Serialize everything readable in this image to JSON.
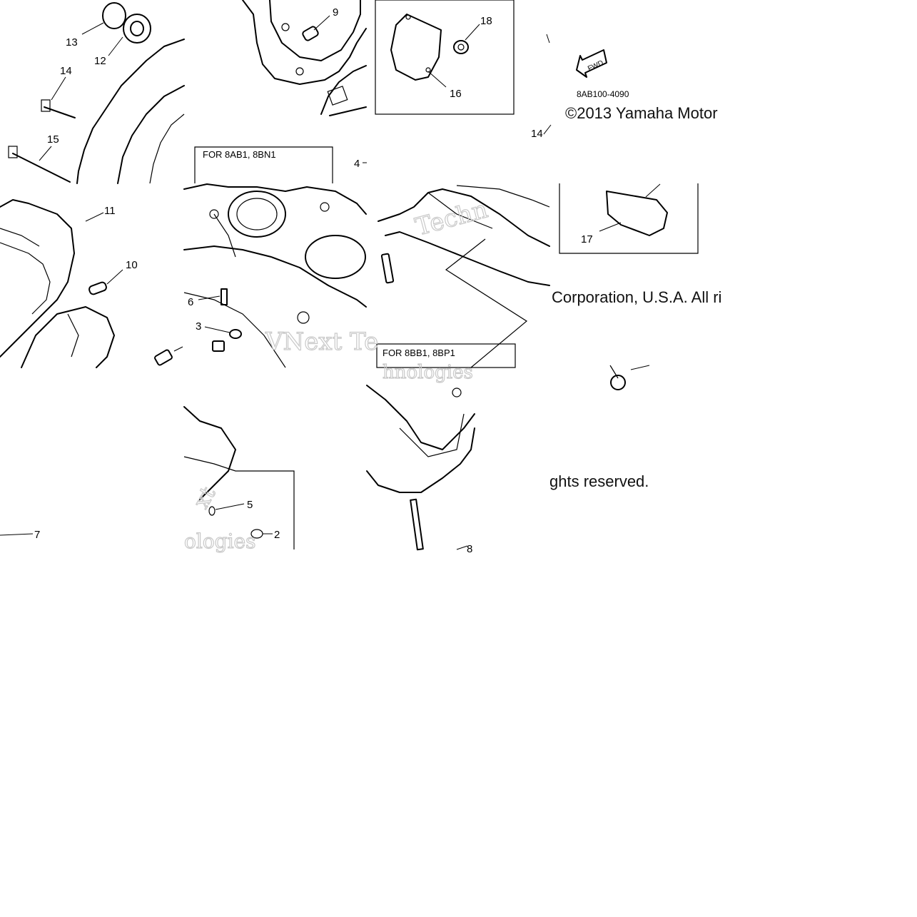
{
  "diagram": {
    "part_numbers": [
      "13",
      "12",
      "14",
      "15",
      "11",
      "10",
      "9",
      "18",
      "16",
      "6",
      "3",
      "2",
      "5",
      "7",
      "8",
      "4",
      "14",
      "17"
    ],
    "boxes": {
      "box_a": "FOR 8AB1, 8BN1",
      "box_b": "FOR 8BB1, 8BP1"
    },
    "fwd_arrow": "FWD",
    "diagram_code": "8AB100-4090",
    "copyright": {
      "line1": "©2013 Yamaha Motor",
      "line2": "Corporation, U.S.A. All ri",
      "line3": "ghts reserved."
    },
    "watermark_fragments": [
      "VNext Te",
      "hnologies",
      "Techn",
      "xt",
      "ologies"
    ]
  }
}
